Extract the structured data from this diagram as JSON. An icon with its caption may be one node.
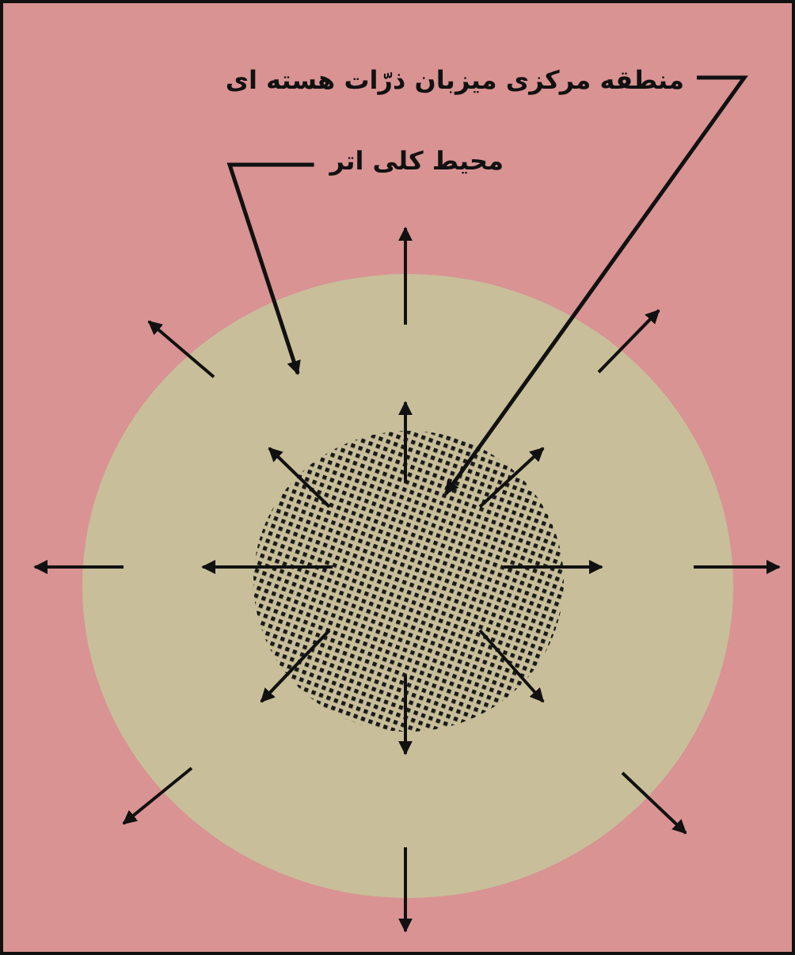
{
  "diagram": {
    "nodes": [
      {
        "text": [
          "منطقه مرکزی میزبان ذرّات هسته ای"
        ]
      },
      {
        "text": [
          "محیط کلی اتر"
        ]
      },
      {
        "text": [],
        "shape": "circle"
      },
      {
        "text": [],
        "shape": "circle",
        "in": 2
      }
    ],
    "edges": [
      {
        "from": 0,
        "to": 3,
        "arrow": "to"
      },
      {
        "from": 1,
        "to": 2,
        "arrow": "to"
      }
    ]
  }
}
